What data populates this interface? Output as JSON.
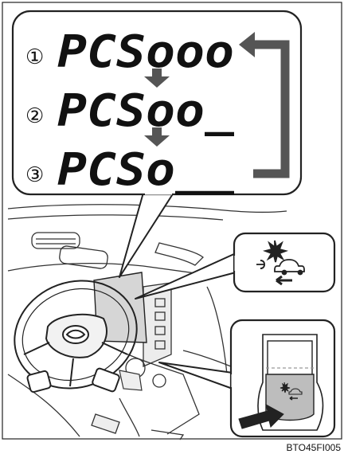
{
  "display_callout": {
    "steps": [
      {
        "number": "①",
        "display": "PCSooo"
      },
      {
        "number": "②",
        "display": "PCSoo_"
      },
      {
        "number": "③",
        "display": "PCSo__"
      }
    ]
  },
  "icons": {
    "switch_callout_icon": "pcs-off-icon",
    "press_arrow": "press-arrow-icon",
    "cycle_arrow": "cycle-arrow-icon",
    "down_arrow": "down-arrow-icon"
  },
  "figure_code": "BTO45FI005",
  "colors": {
    "frame": "#222222",
    "arrow_gray": "#555555",
    "dash_shade": "#bdbdbd"
  }
}
